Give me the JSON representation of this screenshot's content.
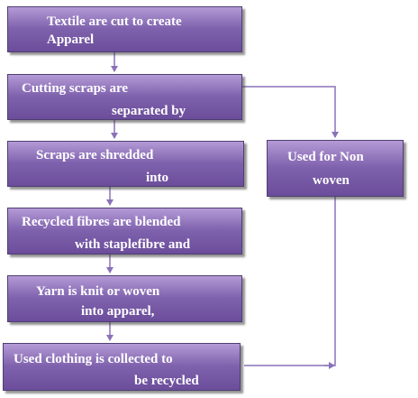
{
  "flow": {
    "steps": [
      {
        "lines": [
          "Textile are cut to create",
          "Apparel"
        ]
      },
      {
        "lines": [
          "Cutting scraps are",
          "separated by"
        ]
      },
      {
        "lines": [
          "Scraps are shredded",
          "into"
        ]
      },
      {
        "lines": [
          "Recycled fibres are blended",
          "with staplefibre and"
        ]
      },
      {
        "lines": [
          "Yarn is knit or woven",
          "into apparel,"
        ]
      },
      {
        "lines": [
          "Used clothing is collected  to",
          "be recycled"
        ]
      }
    ],
    "side_box": {
      "lines": [
        "Used for Non",
        "woven"
      ]
    }
  },
  "colors": {
    "box_fill_top": "#b49ad6",
    "box_fill_bottom": "#6b4d9b",
    "box_border": "#4f3f72",
    "connector": "#8a72b8",
    "text": "#ffffff"
  }
}
